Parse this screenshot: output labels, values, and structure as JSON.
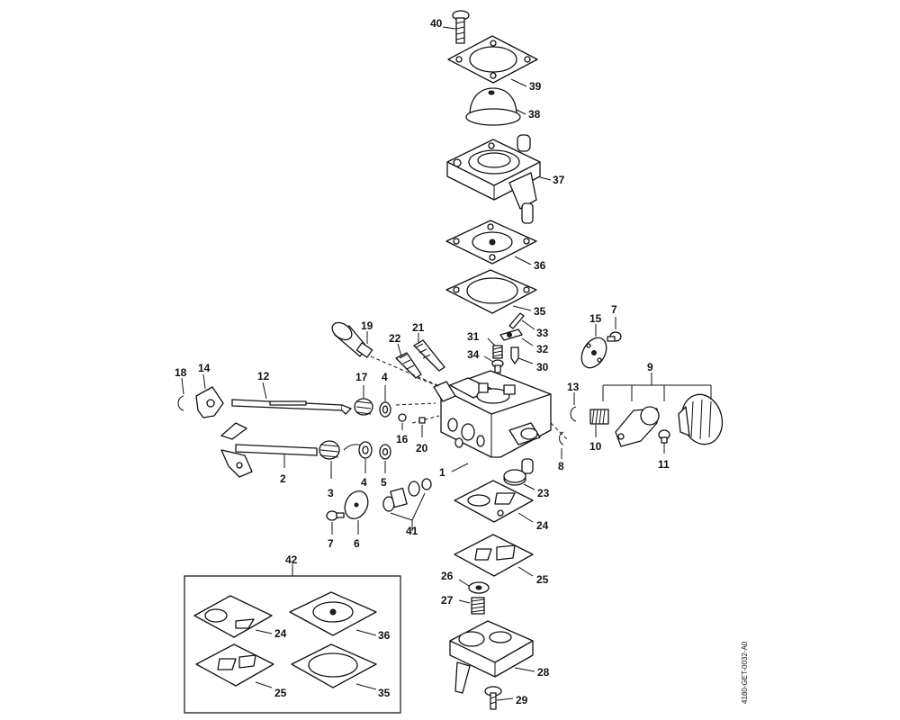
{
  "diagram": {
    "drawing_code": "4180-GET-0032-A0",
    "kit_label": "42",
    "callouts": {
      "c1": "1",
      "c2": "2",
      "c3": "3",
      "c4a": "4",
      "c4b": "4",
      "c5": "5",
      "c6": "6",
      "c7a": "7",
      "c7b": "7",
      "c8": "8",
      "c9": "9",
      "c10": "10",
      "c11": "11",
      "c12": "12",
      "c13": "13",
      "c14": "14",
      "c15": "15",
      "c16": "16",
      "c17": "17",
      "c18": "18",
      "c19": "19",
      "c20": "20",
      "c21": "21",
      "c22": "22",
      "c23": "23",
      "c24a": "24",
      "c24b": "24",
      "c25a": "25",
      "c25b": "25",
      "c26": "26",
      "c27": "27",
      "c28": "28",
      "c29": "29",
      "c30": "30",
      "c31": "31",
      "c32": "32",
      "c33": "33",
      "c34": "34",
      "c35a": "35",
      "c35b": "35",
      "c36a": "36",
      "c36b": "36",
      "c37": "37",
      "c38": "38",
      "c39": "39",
      "c40": "40",
      "c41": "41"
    }
  }
}
